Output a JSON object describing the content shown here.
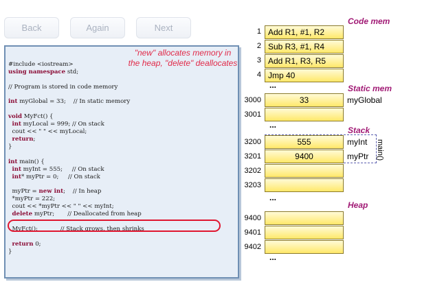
{
  "nav": {
    "back_label": "Back",
    "again_label": "Again",
    "next_label": "Next"
  },
  "code_panel": {
    "note": "\"new\" allocates memory in the heap, \"delete\" deallocates"
  },
  "memory": {
    "code_title": "Code mem",
    "code_rows": [
      {
        "addr": "1",
        "text": "Add R1, #1, R2"
      },
      {
        "addr": "2",
        "text": "Sub R3, #1, R4"
      },
      {
        "addr": "3",
        "text": "Add R1, R3, R5"
      },
      {
        "addr": "4",
        "text": "Jmp 40"
      }
    ],
    "static_title": "Static mem",
    "static_rows": [
      {
        "addr": "3000",
        "value": "33",
        "var": "myGlobal"
      },
      {
        "addr": "3001",
        "value": "",
        "var": ""
      }
    ],
    "stack_title": "Stack",
    "stack_rows": [
      {
        "addr": "3200",
        "value": "555",
        "var": "myInt"
      },
      {
        "addr": "3201",
        "value": "9400",
        "var": "myPtr"
      },
      {
        "addr": "3202",
        "value": "",
        "var": ""
      },
      {
        "addr": "3203",
        "value": "",
        "var": ""
      }
    ],
    "stack_frame_label": "main()",
    "heap_title": "Heap",
    "heap_rows": [
      {
        "addr": "9400",
        "value": ""
      },
      {
        "addr": "9401",
        "value": ""
      },
      {
        "addr": "9402",
        "value": ""
      }
    ],
    "ellipsis": "..."
  }
}
